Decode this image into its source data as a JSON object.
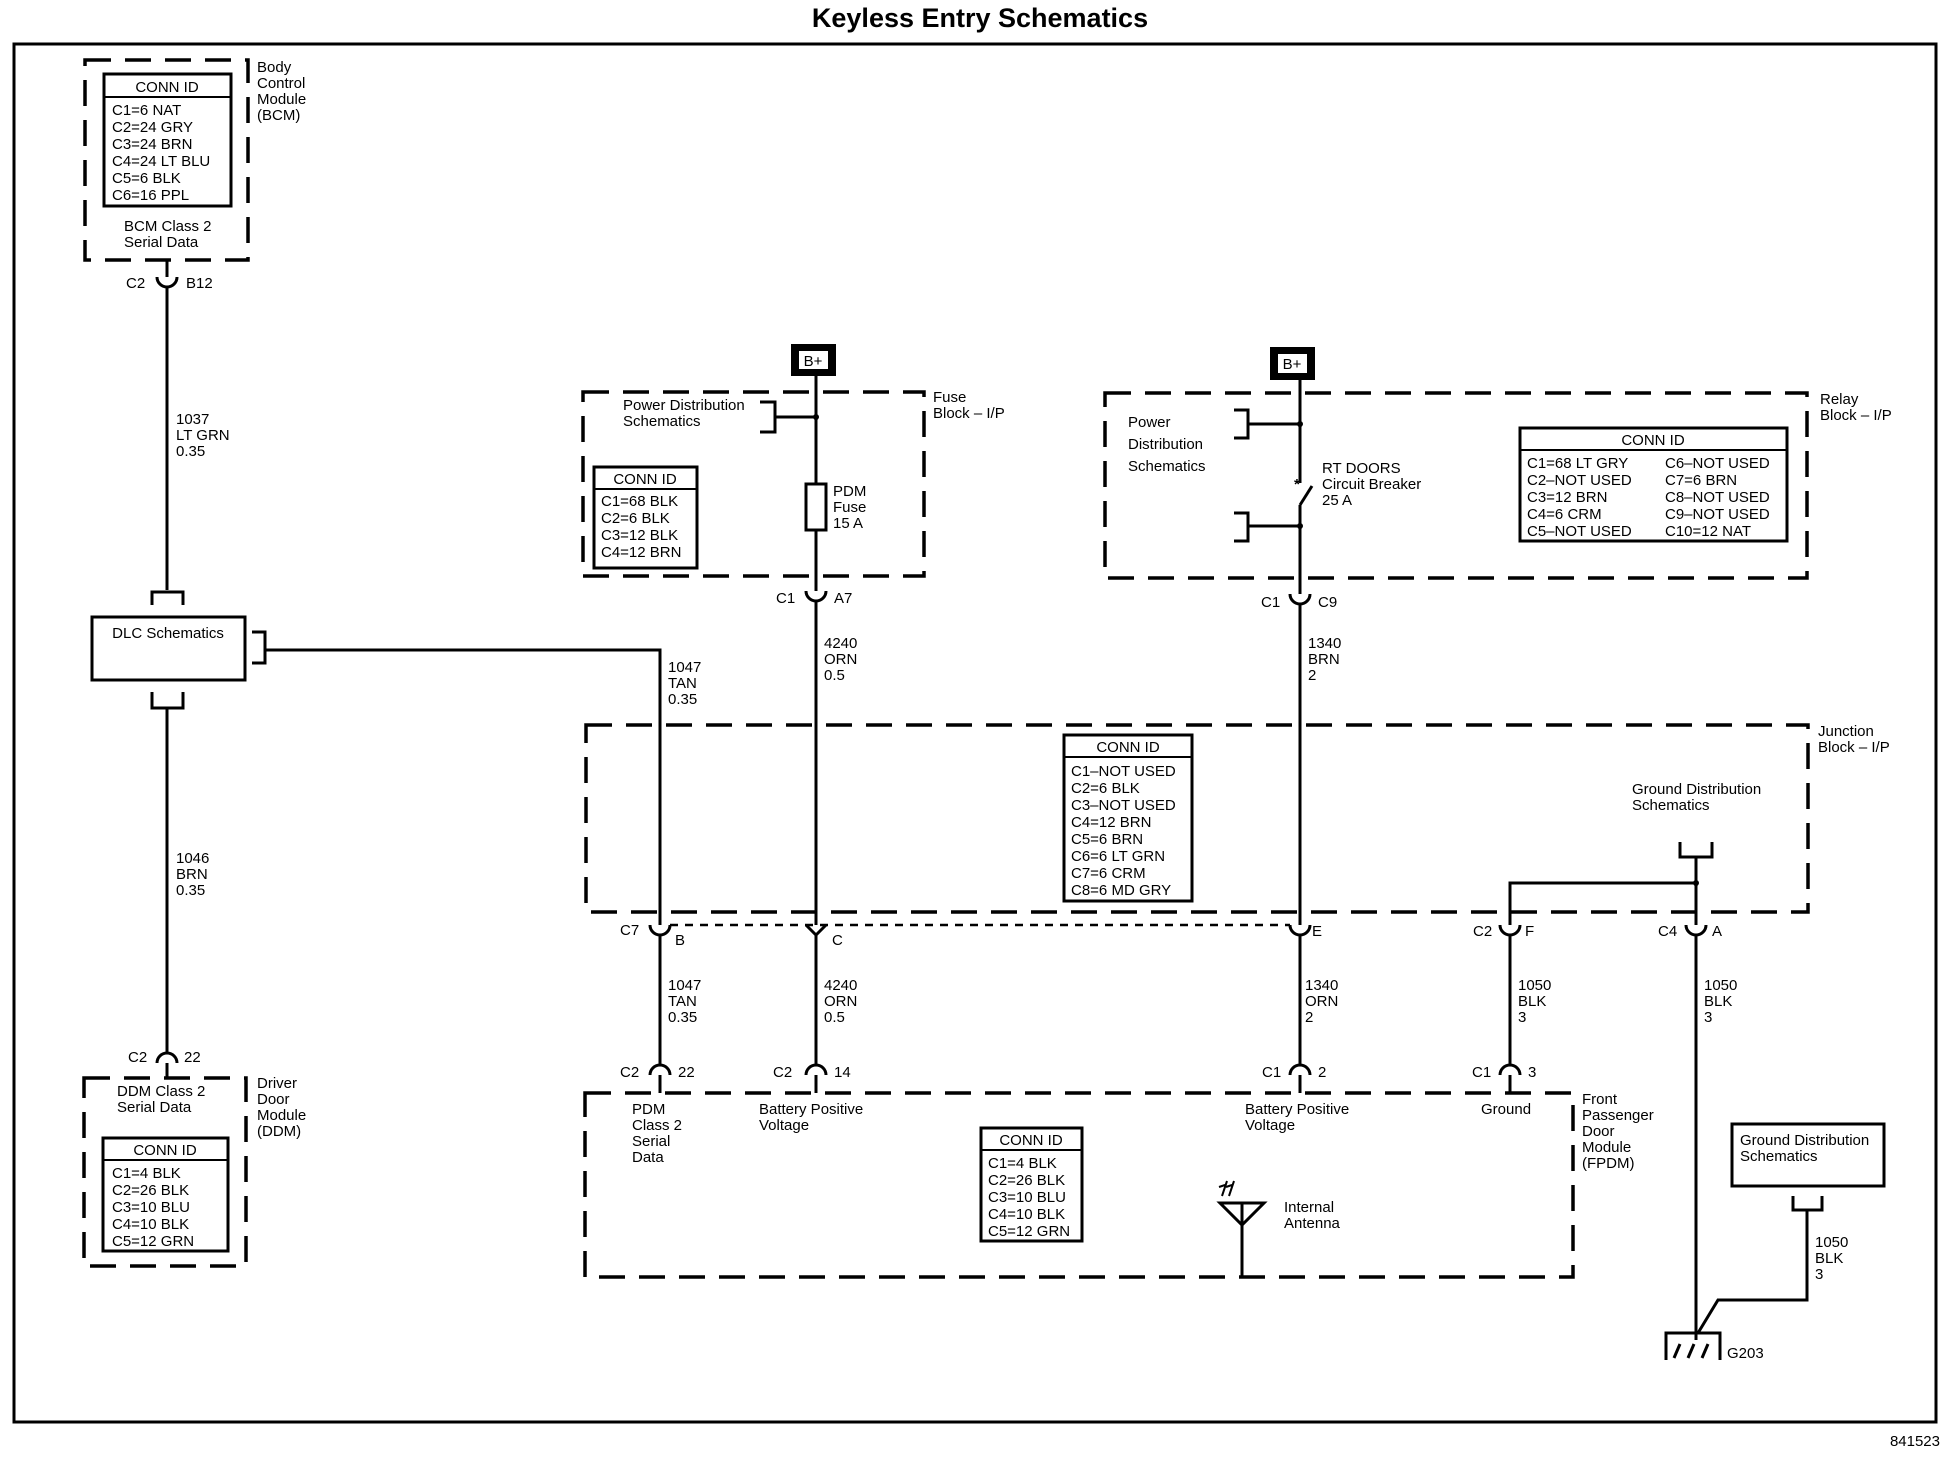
{
  "title": "Keyless Entry Schematics",
  "figure_id": "841523",
  "modules": {
    "bcm": {
      "name_lines": [
        "Body",
        "Control",
        "Module",
        "(BCM)"
      ],
      "signal_lines": [
        "BCM Class 2",
        "Serial Data"
      ],
      "conn_header": "CONN ID",
      "conn": [
        "C1=6 NAT",
        "C2=24 GRY",
        "C3=24 BRN",
        "C4=24 LT BLU",
        "C5=6 BLK",
        "C6=16 PPL"
      ],
      "connector": {
        "id": "C2",
        "pin": "B12"
      }
    },
    "dlc": {
      "label": "DLC Schematics"
    },
    "ddm": {
      "name_lines": [
        "Driver",
        "Door",
        "Module",
        "(DDM)"
      ],
      "signal_lines": [
        "DDM Class 2",
        "Serial Data"
      ],
      "conn_header": "CONN ID",
      "conn": [
        "C1=4 BLK",
        "C2=26 BLK",
        "C3=10 BLU",
        "C4=10 BLK",
        "C5=12 GRN"
      ],
      "connector": {
        "id": "C2",
        "pin": "22"
      }
    },
    "fuse_block": {
      "name_lines": [
        "Fuse",
        "Block – I/P"
      ],
      "power_source": "B+",
      "power_ref_lines": [
        "Power Distribution",
        "Schematics"
      ],
      "fuse_lines": [
        "PDM",
        "Fuse",
        "15 A"
      ],
      "conn_header": "CONN ID",
      "conn": [
        "C1=68 BLK",
        "C2=6 BLK",
        "C3=12 BLK",
        "C4=12 BRN"
      ],
      "connector": {
        "id": "C1",
        "pin": "A7"
      }
    },
    "relay_block": {
      "name_lines": [
        "Relay",
        "Block – I/P"
      ],
      "power_source": "B+",
      "power_ref_lines": [
        "Power",
        "Distribution",
        "Schematics"
      ],
      "breaker_lines": [
        "RT DOORS",
        "Circuit Breaker",
        "25 A"
      ],
      "conn_header": "CONN ID",
      "conn_left": [
        "C1=68 LT GRY",
        "C2–NOT USED",
        "C3=12 BRN",
        "C4=6 CRM",
        "C5–NOT USED"
      ],
      "conn_right": [
        "C6–NOT USED",
        "C7=6 BRN",
        "C8–NOT USED",
        "C9–NOT USED",
        "C10=12 NAT"
      ],
      "connector": {
        "id": "C1",
        "pin": "C9"
      }
    },
    "junction_block": {
      "name_lines": [
        "Junction",
        "Block – I/P"
      ],
      "ground_ref_lines": [
        "Ground Distribution",
        "Schematics"
      ],
      "conn_header": "CONN ID",
      "conn": [
        "C1–NOT USED",
        "C2=6 BLK",
        "C3–NOT USED",
        "C4=12 BRN",
        "C5=6 BRN",
        "C6=6 LT GRN",
        "C7=6 CRM",
        "C8=6 MD GRY"
      ],
      "connectors": [
        {
          "id": "C7",
          "pin": "B"
        },
        {
          "id": "",
          "pin": "C"
        },
        {
          "id": "",
          "pin": "E"
        },
        {
          "id": "C2",
          "pin": "F"
        },
        {
          "id": "C4",
          "pin": "A"
        }
      ]
    },
    "fpdm": {
      "name_lines": [
        "Front",
        "Passenger",
        "Door",
        "Module",
        "(FPDM)"
      ],
      "pins": [
        {
          "id": "C2",
          "pin": "22",
          "label_lines": [
            "PDM",
            "Class 2",
            "Serial",
            "Data"
          ]
        },
        {
          "id": "C2",
          "pin": "14",
          "label_lines": [
            "Battery Positive",
            "Voltage"
          ]
        },
        {
          "id": "C1",
          "pin": "2",
          "label_lines": [
            "Battery Positive",
            "Voltage"
          ]
        },
        {
          "id": "C1",
          "pin": "3",
          "label_lines": [
            "Ground"
          ]
        }
      ],
      "antenna_lines": [
        "Internal",
        "Antenna"
      ],
      "conn_header": "CONN ID",
      "conn": [
        "C1=4 BLK",
        "C2=26 BLK",
        "C3=10 BLU",
        "C4=10 BLK",
        "C5=12 GRN"
      ]
    },
    "ground_ref": {
      "label_lines": [
        "Ground Distribution",
        "Schematics"
      ]
    },
    "ground": {
      "label": "G203"
    }
  },
  "wires": {
    "bcm_dlc": [
      "1037",
      "LT GRN",
      "0.35"
    ],
    "dlc_ddm": [
      "1046",
      "BRN",
      "0.35"
    ],
    "dlc_jb": [
      "1047",
      "TAN",
      "0.35"
    ],
    "fuse_jb": [
      "4240",
      "ORN",
      "0.5"
    ],
    "relay_jb": [
      "1340",
      "BRN",
      "2"
    ],
    "jb_fpdm_data": [
      "1047",
      "TAN",
      "0.35"
    ],
    "jb_fpdm_batt1": [
      "4240",
      "ORN",
      "0.5"
    ],
    "jb_fpdm_batt2": [
      "1340",
      "ORN",
      "2"
    ],
    "jb_fpdm_gnd": [
      "1050",
      "BLK",
      "3"
    ],
    "jb_g203": [
      "1050",
      "BLK",
      "3"
    ],
    "gref_g203": [
      "1050",
      "BLK",
      "3"
    ]
  }
}
